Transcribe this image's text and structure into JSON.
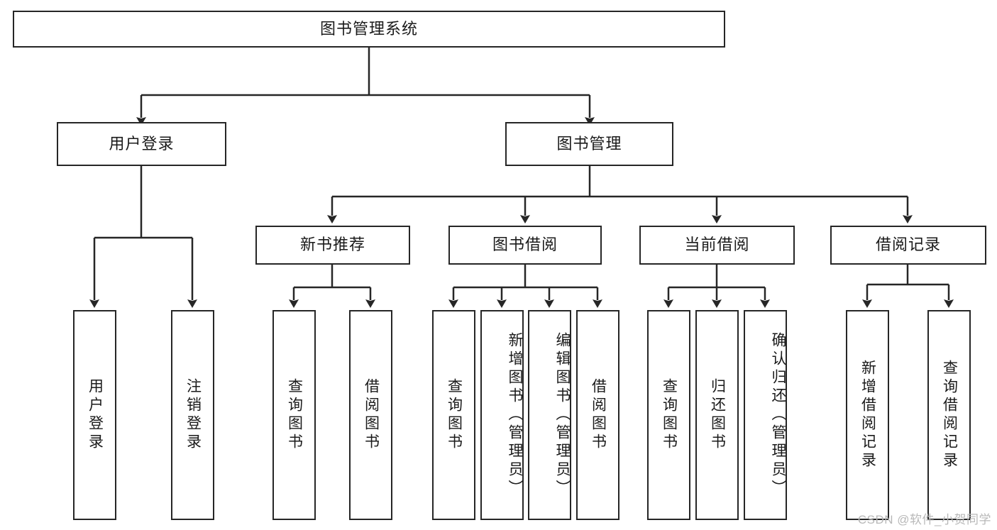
{
  "diagram": {
    "title": "图书管理系统",
    "type": "tree-hierarchy",
    "root": {
      "id": "root",
      "label": "图书管理系统",
      "orientation": "horizontal"
    },
    "level2": [
      {
        "id": "user-login",
        "label": "用户登录",
        "orientation": "horizontal"
      },
      {
        "id": "book-manage",
        "label": "图书管理",
        "orientation": "horizontal"
      }
    ],
    "level3": [
      {
        "id": "new-book-recommend",
        "label": "新书推荐",
        "orientation": "horizontal",
        "parent": "book-manage"
      },
      {
        "id": "book-borrow",
        "label": "图书借阅",
        "orientation": "horizontal",
        "parent": "book-manage"
      },
      {
        "id": "current-borrow",
        "label": "当前借阅",
        "orientation": "horizontal",
        "parent": "book-manage"
      },
      {
        "id": "borrow-record",
        "label": "借阅记录",
        "orientation": "horizontal",
        "parent": "book-manage"
      }
    ],
    "leaves": [
      {
        "id": "leaf-user-login",
        "label": "用户登录",
        "parent": "user-login"
      },
      {
        "id": "leaf-logout-login",
        "label": "注销登录",
        "parent": "user-login"
      },
      {
        "id": "leaf-query-book-1",
        "label": "查询图书",
        "parent": "new-book-recommend"
      },
      {
        "id": "leaf-borrow-book-1",
        "label": "借阅图书",
        "parent": "new-book-recommend"
      },
      {
        "id": "leaf-query-book-2",
        "label": "查询图书",
        "parent": "book-borrow"
      },
      {
        "id": "leaf-add-book",
        "label": "新增图书（管理员）",
        "parent": "book-borrow"
      },
      {
        "id": "leaf-edit-book",
        "label": "编辑图书（管理员）",
        "parent": "book-borrow"
      },
      {
        "id": "leaf-borrow-book-2",
        "label": "借阅图书",
        "parent": "book-borrow"
      },
      {
        "id": "leaf-query-book-3",
        "label": "查询图书",
        "parent": "current-borrow"
      },
      {
        "id": "leaf-return-book",
        "label": "归还图书",
        "parent": "current-borrow"
      },
      {
        "id": "leaf-confirm-return",
        "label": "确认归还（管理员）",
        "parent": "current-borrow"
      },
      {
        "id": "leaf-add-record",
        "label": "新增借阅记录",
        "parent": "borrow-record"
      },
      {
        "id": "leaf-query-record",
        "label": "查询借阅记录",
        "parent": "borrow-record"
      }
    ]
  },
  "watermark": {
    "text": "CSDN @软件_小贺同学"
  },
  "colors": {
    "border": "#262626",
    "background": "#ffffff",
    "text": "#1a1a1a",
    "watermark": "#b8b8b8"
  }
}
